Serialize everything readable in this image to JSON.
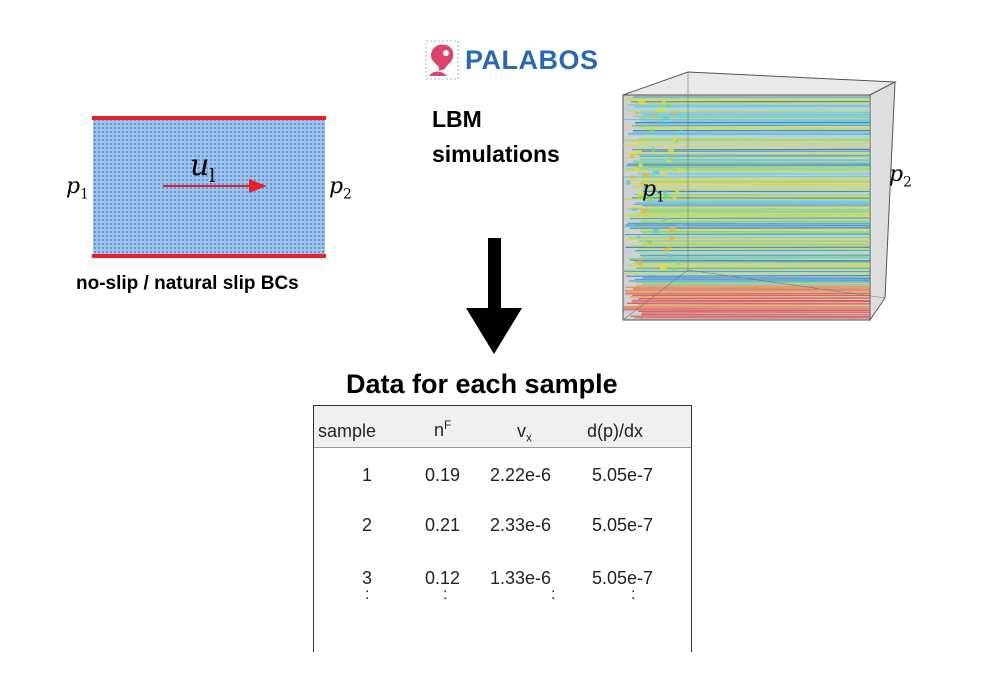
{
  "left_panel": {
    "velocity_label": "u",
    "velocity_sub": "l",
    "p_inlet": "p",
    "p_inlet_sub": "1",
    "p_outlet": "p",
    "p_outlet_sub": "2",
    "boundary_conditions": "no-slip / natural slip BCs",
    "wall_color": "#e8202a",
    "fluid_color": "#9fc4ea"
  },
  "logo": {
    "text": "PALABOS",
    "color": "#2b68b4"
  },
  "simulation": {
    "line1": "LBM",
    "line2": "simulations"
  },
  "cube_labels": {
    "p_inlet": "p",
    "p_inlet_sub": "1",
    "p_outlet": "p",
    "p_outlet_sub": "2"
  },
  "data": {
    "title": "Data for each sample",
    "headers": {
      "sample": "sample",
      "n": "n",
      "n_sup": "F",
      "v": "v",
      "v_sub": "x",
      "grad": "d(p)/dx"
    },
    "rows": [
      {
        "sample": "1",
        "n": "0.19",
        "v": "2.22e-6",
        "grad": "5.05e-7"
      },
      {
        "sample": "2",
        "n": "0.21",
        "v": "2.33e-6",
        "grad": "5.05e-7"
      },
      {
        "sample": "3",
        "n": "0.12",
        "v": "1.33e-6",
        "grad": "5.05e-7"
      }
    ],
    "continuation": ":"
  }
}
